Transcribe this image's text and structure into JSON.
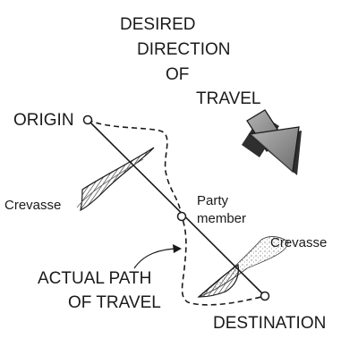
{
  "heading": {
    "line1": "DESIRED",
    "line2": "DIRECTION",
    "line3": "OF",
    "line4": "TRAVEL"
  },
  "points": {
    "origin": "ORIGIN",
    "destination": "DESTINATION",
    "party_member_line1": "Party",
    "party_member_line2": "member"
  },
  "crevasses": {
    "left": "Crevasse",
    "right": "Crevasse"
  },
  "actual_path": {
    "line1": "ACTUAL PATH",
    "line2": "OF TRAVEL"
  },
  "colors": {
    "ink": "#1a1a1a",
    "arrow_fill": "#8a8a8a",
    "arrow_shadow": "#3a3a3a",
    "background": "#ffffff"
  },
  "icons": {
    "direction_arrow": "thick-arrow-down-right-icon"
  }
}
